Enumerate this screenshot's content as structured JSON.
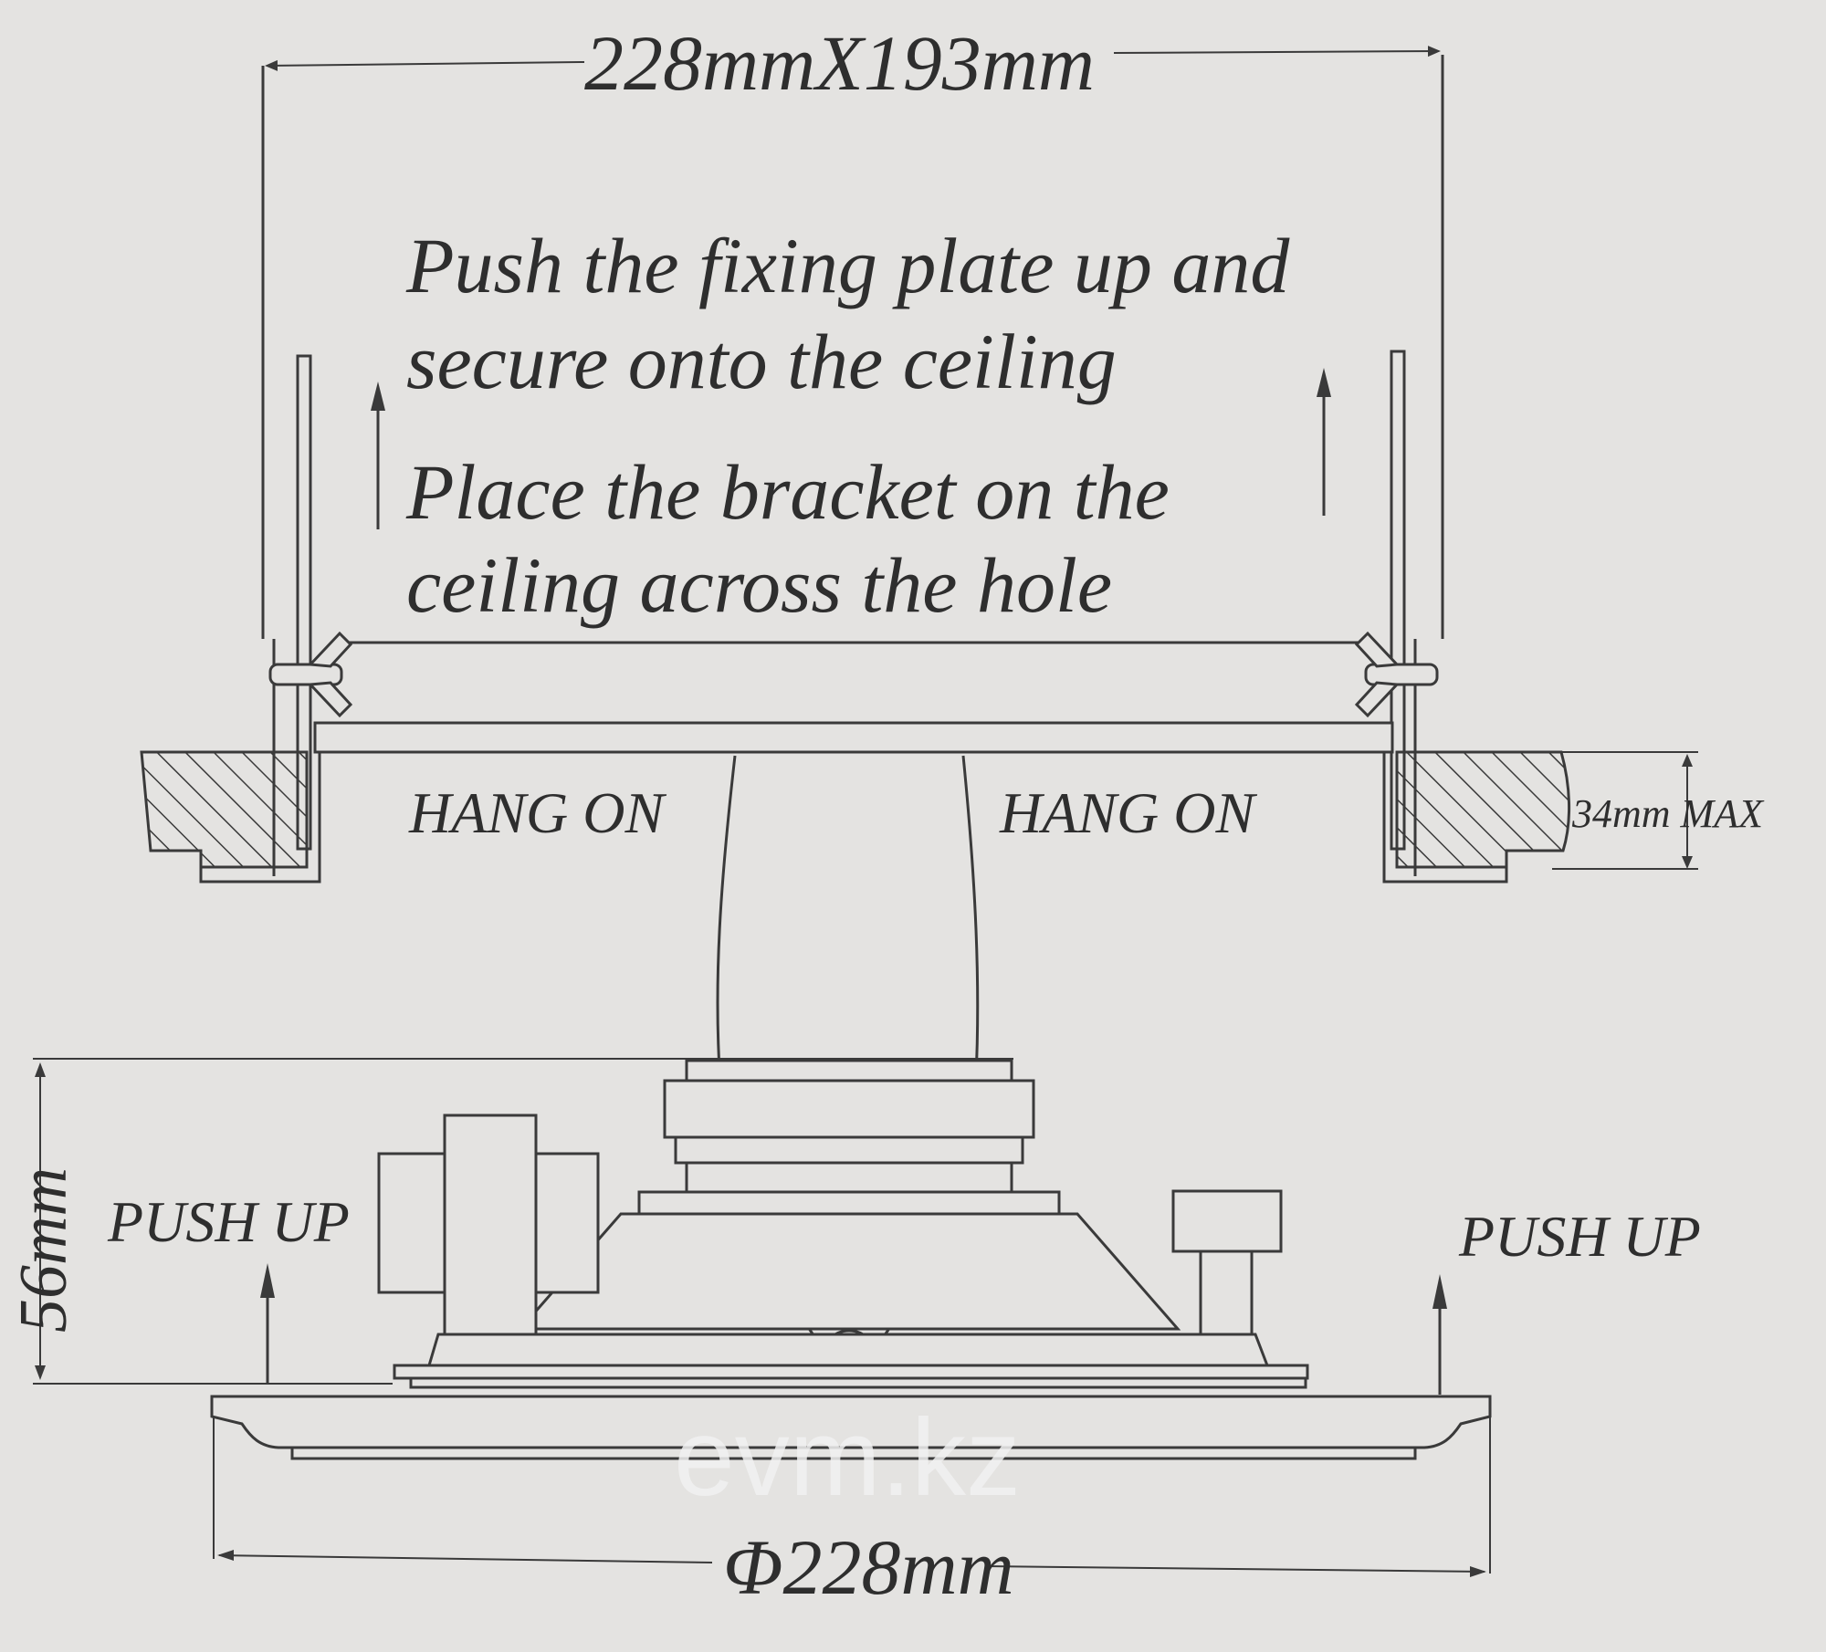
{
  "diagram": {
    "dims": {
      "cutout": "228mmX193mm",
      "ceiling_max": "34mm MAX",
      "height": "56mm",
      "diameter": "Φ228mm"
    },
    "instructions": {
      "line1": "Push the fixing plate up and",
      "line2": "secure onto the ceiling",
      "line3": "Place the bracket on the",
      "line4": "ceiling across the hole"
    },
    "labels": {
      "hang_on_left": "HANG ON",
      "hang_on_right": "HANG ON",
      "push_up_left": "PUSH UP",
      "push_up_right": "PUSH UP"
    },
    "watermark": "evm.kz"
  }
}
